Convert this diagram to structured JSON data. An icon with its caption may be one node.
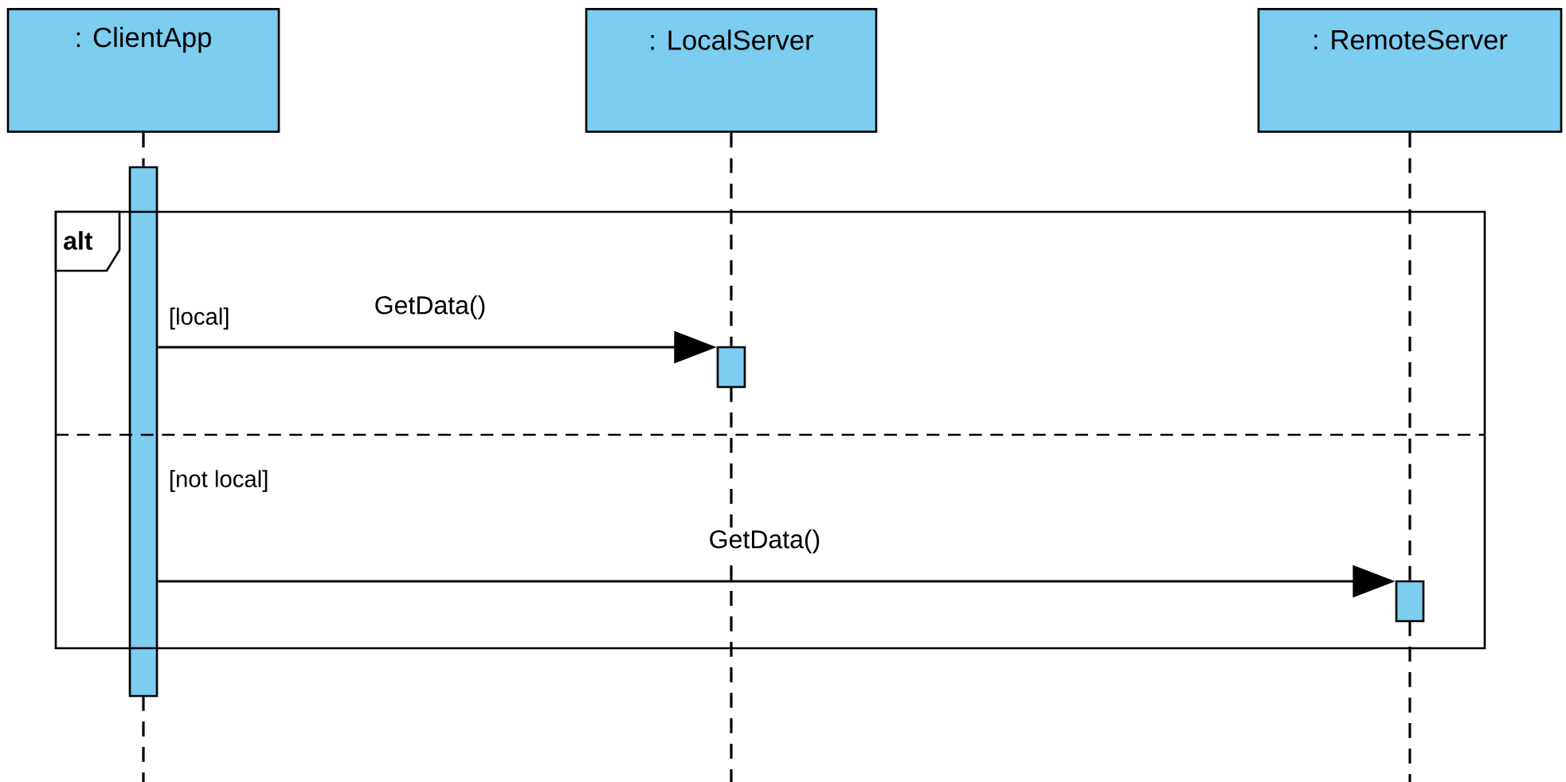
{
  "diagram": {
    "nodes": [
      {
        "text": [
          ": ClientApp"
        ]
      },
      {
        "text": [
          ": LocalServer"
        ]
      },
      {
        "text": [
          ": RemoteServer"
        ]
      },
      {
        "text": [],
        "shape": "bar"
      },
      {
        "text": [],
        "shape": "bar",
        "in": 6
      },
      {
        "text": [],
        "shape": "bar",
        "in": 6
      },
      {
        "text": [
          "alt",
          "[local]",
          "[not local]"
        ]
      }
    ],
    "edges": [
      {
        "from": 0,
        "to": 3,
        "arrow": "none",
        "style": "dashed"
      },
      {
        "from": 1,
        "to": 4,
        "arrow": "none",
        "style": "dashed"
      },
      {
        "from": 2,
        "to": 5,
        "arrow": "none",
        "style": "dashed"
      },
      {
        "from": 3,
        "to": 4,
        "arrow": "to",
        "label": "GetData()"
      },
      {
        "from": 3,
        "to": 5,
        "arrow": "to",
        "label": "GetData()"
      }
    ]
  }
}
